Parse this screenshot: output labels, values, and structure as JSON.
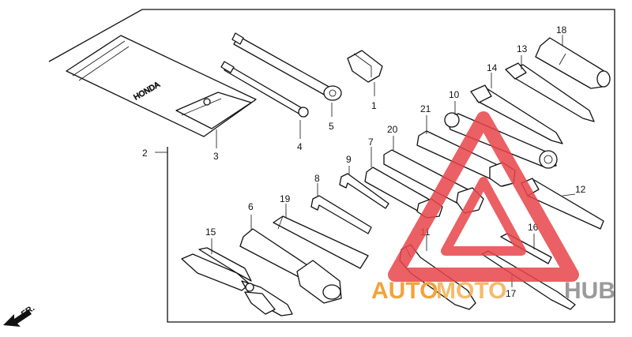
{
  "diagram": {
    "callouts": [
      "1",
      "2",
      "3",
      "4",
      "5",
      "6",
      "7",
      "8",
      "9",
      "10",
      "11",
      "12",
      "13",
      "14",
      "15",
      "16",
      "17",
      "18",
      "19",
      "20",
      "21"
    ],
    "front_indicator": "FR."
  },
  "watermark": {
    "part1": "AUTO",
    "part2": "MOTO",
    "part3": "HUB",
    "color_orange": "#F2A33A",
    "color_gray": "#9A9A9A",
    "color_red": "#E8454A"
  }
}
